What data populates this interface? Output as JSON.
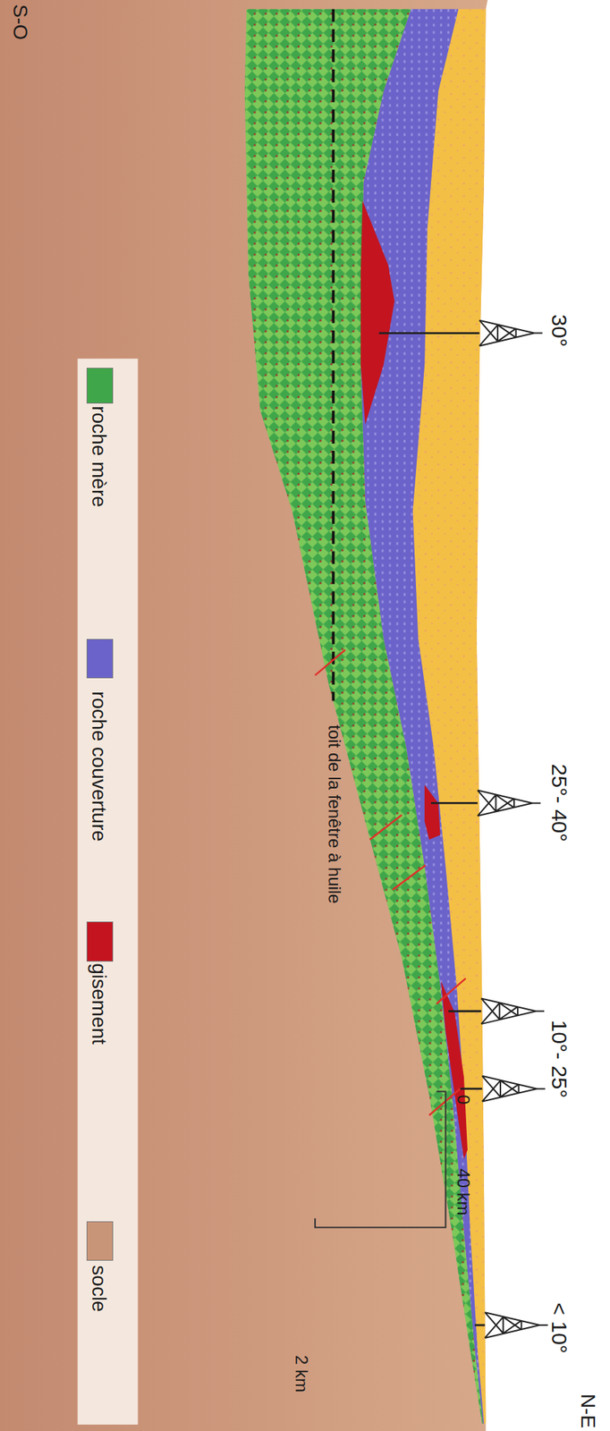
{
  "diagram": {
    "labels": [
      "S-O",
      "N-E",
      "30°",
      "25°- 40°",
      "10°- 25°",
      "< 10°",
      "toit de la fenêtre à huile",
      "0",
      "40 km",
      "2 km"
    ],
    "legend": [
      {
        "text": "roche mère",
        "color": "#3fa64a"
      },
      {
        "text": "roche couverture",
        "color": "#6b63c9"
      },
      {
        "text": "gisement",
        "color": "#c4141f"
      },
      {
        "text": "socle",
        "color": "#c99578"
      }
    ]
  }
}
